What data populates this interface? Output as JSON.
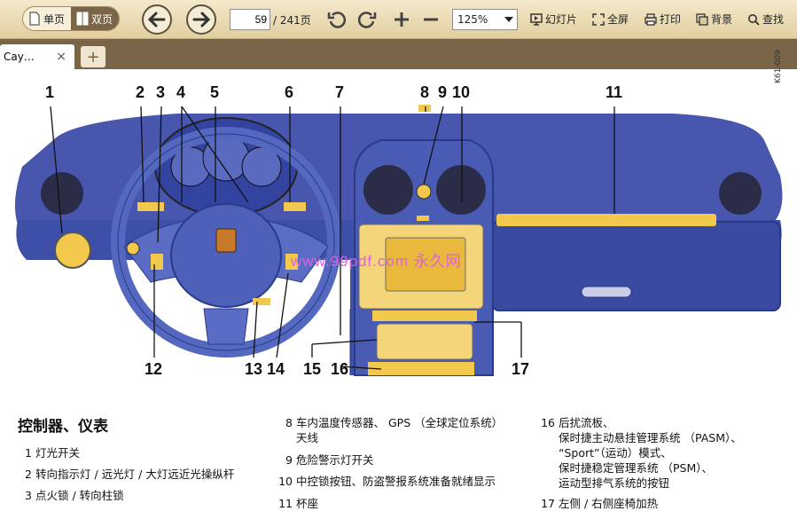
{
  "toolbar": {
    "single_page": "单页",
    "double_page": "双页",
    "page_current": "59",
    "page_total": "/ 241页",
    "zoom": "125%",
    "slideshow": "幻灯片",
    "fullscreen": "全屏",
    "print": "打印",
    "background": "背景",
    "find": "查找"
  },
  "tabs": [
    {
      "label": "Cay…"
    }
  ],
  "figure": {
    "code": "K61-009",
    "watermark": "www.99pdf.com 永久网",
    "callouts": [
      "1",
      "2",
      "3",
      "4",
      "5",
      "6",
      "7",
      "8",
      "9",
      "10",
      "11",
      "12",
      "13",
      "14",
      "15",
      "16",
      "17"
    ]
  },
  "legend": {
    "heading": "控制器、仪表",
    "items": [
      {
        "num": "1",
        "text": "灯光开关"
      },
      {
        "num": "2",
        "text": "转向指示灯 / 远光灯 / 大灯远近光操纵杆"
      },
      {
        "num": "3",
        "text": "点火锁 / 转向柱锁"
      },
      {
        "num": "8",
        "text": "车内温度传感器、 GPS （全球定位系统）"
      },
      {
        "num": "",
        "text": "天线"
      },
      {
        "num": "9",
        "text": "危险警示灯开关"
      },
      {
        "num": "10",
        "text": "中控锁按钮、防盗警报系统准备就绪显示"
      },
      {
        "num": "11",
        "text": "杯座"
      },
      {
        "num": "16",
        "text": "后扰流板、"
      },
      {
        "num": "",
        "text": "保时捷主动悬挂管理系统 （PASM）、"
      },
      {
        "num": "",
        "text": "“Sport”（运动）模式、"
      },
      {
        "num": "",
        "text": "保时捷稳定管理系统 （PSM）、"
      },
      {
        "num": "",
        "text": "运动型排气系统的按钮"
      },
      {
        "num": "17",
        "text": "左侧 / 右侧座椅加热"
      }
    ]
  },
  "colors": {
    "toolbar_bg": "#e8d9b0",
    "tabbar_bg": "#7a6548",
    "dash_blue": "#3d4fa6",
    "highlight_yellow": "#f2c94c"
  }
}
